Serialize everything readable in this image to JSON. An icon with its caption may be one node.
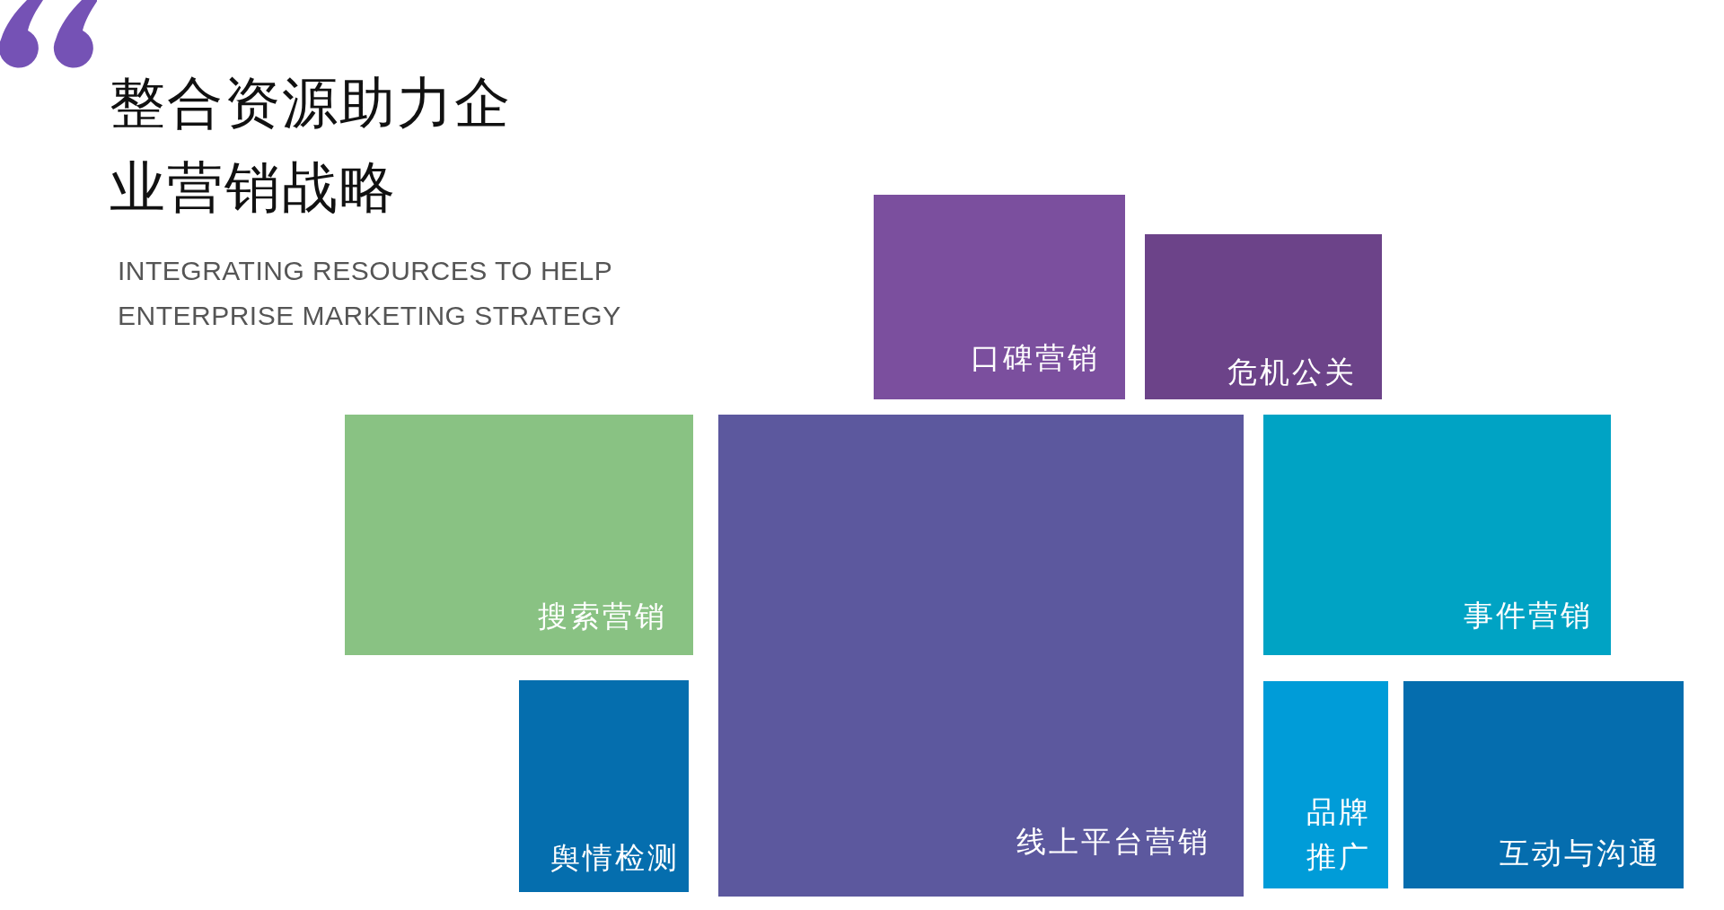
{
  "diagram": {
    "title": "整合资源助力企业营销战略",
    "nodes": [
      {
        "text": [
          "口碑营销"
        ]
      },
      {
        "text": [
          "危机公关"
        ]
      },
      {
        "text": [
          "搜索营销"
        ]
      },
      {
        "text": [
          "线上平台营销"
        ]
      },
      {
        "text": [
          "事件营销"
        ]
      },
      {
        "text": [
          "舆情检测"
        ]
      },
      {
        "text": [
          "品牌推广"
        ]
      },
      {
        "text": [
          "互动与沟通"
        ]
      }
    ],
    "labels": [
      "INTEGRATING RESOURCES TO HELP ENTERPRISE MARKETING STRATEGY"
    ]
  }
}
